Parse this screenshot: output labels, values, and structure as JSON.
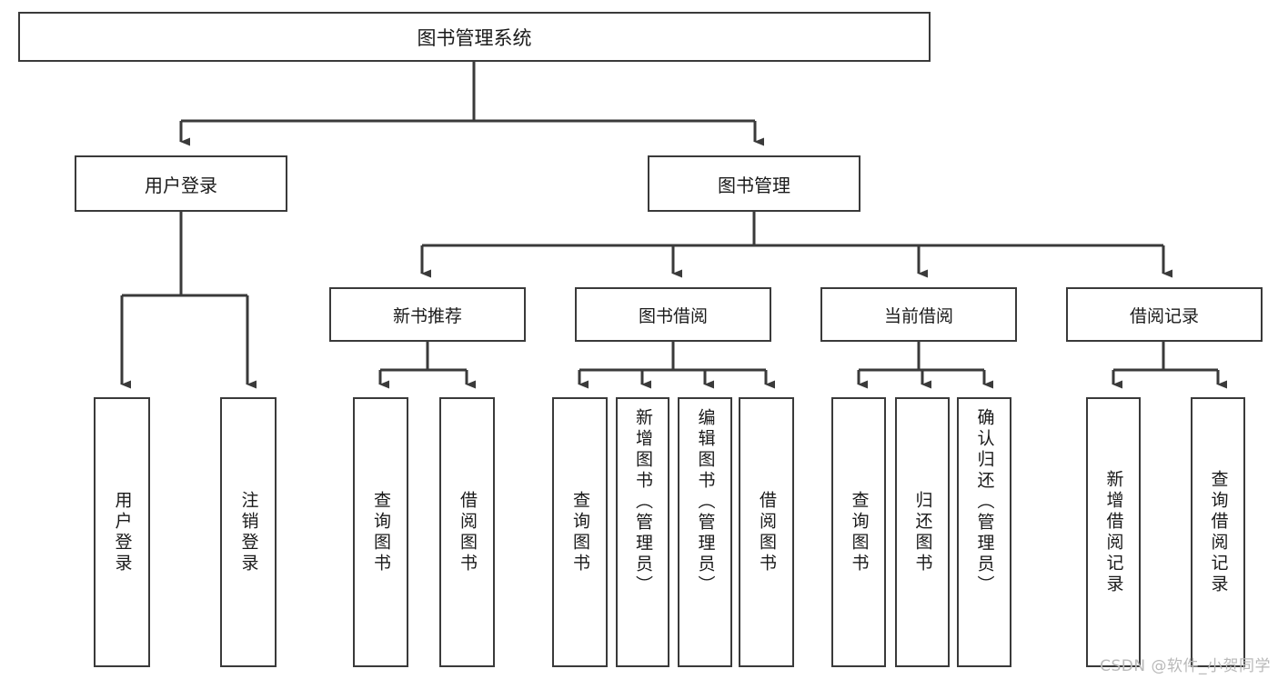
{
  "diagram": {
    "type": "tree",
    "title": "图书管理系统",
    "orientation": "top-down",
    "colors": {
      "box_border": "#3a3a3a",
      "box_fill": "#ffffff",
      "connector": "#3a3a3a",
      "text": "#1a1a1a",
      "watermark": "#b9b9b9"
    },
    "levels": {
      "root": {
        "label": "图书管理系统"
      },
      "level2": [
        {
          "id": "user-login",
          "label": "用户登录"
        },
        {
          "id": "book-management",
          "label": "图书管理"
        }
      ],
      "level3": [
        {
          "id": "new-book-recommend",
          "label": "新书推荐",
          "parent": "book-management"
        },
        {
          "id": "book-borrow",
          "label": "图书借阅",
          "parent": "book-management"
        },
        {
          "id": "current-borrow",
          "label": "当前借阅",
          "parent": "book-management"
        },
        {
          "id": "borrow-record",
          "label": "借阅记录",
          "parent": "book-management"
        }
      ],
      "leaves": [
        {
          "id": "leaf-user-login",
          "label": "用户登录",
          "parent": "user-login"
        },
        {
          "id": "leaf-logout-login",
          "label": "注销登录",
          "parent": "user-login"
        },
        {
          "id": "leaf-query-book-1",
          "label": "查询图书",
          "parent": "new-book-recommend"
        },
        {
          "id": "leaf-borrow-book-1",
          "label": "借阅图书",
          "parent": "new-book-recommend"
        },
        {
          "id": "leaf-query-book-2",
          "label": "查询图书",
          "parent": "book-borrow"
        },
        {
          "id": "leaf-add-book",
          "label": "新增图书（管理员）",
          "parent": "book-borrow"
        },
        {
          "id": "leaf-edit-book",
          "label": "编辑图书（管理员）",
          "parent": "book-borrow"
        },
        {
          "id": "leaf-borrow-book-2",
          "label": "借阅图书",
          "parent": "book-borrow"
        },
        {
          "id": "leaf-query-book-3",
          "label": "查询图书",
          "parent": "current-borrow"
        },
        {
          "id": "leaf-return-book",
          "label": "归还图书",
          "parent": "current-borrow"
        },
        {
          "id": "leaf-confirm-return",
          "label": "确认归还（管理员）",
          "parent": "current-borrow"
        },
        {
          "id": "leaf-add-record",
          "label": "新增借阅记录",
          "parent": "borrow-record"
        },
        {
          "id": "leaf-query-record",
          "label": "查询借阅记录",
          "parent": "borrow-record"
        }
      ]
    }
  },
  "watermark": {
    "text": "CSDN @软件_小贺同学"
  }
}
